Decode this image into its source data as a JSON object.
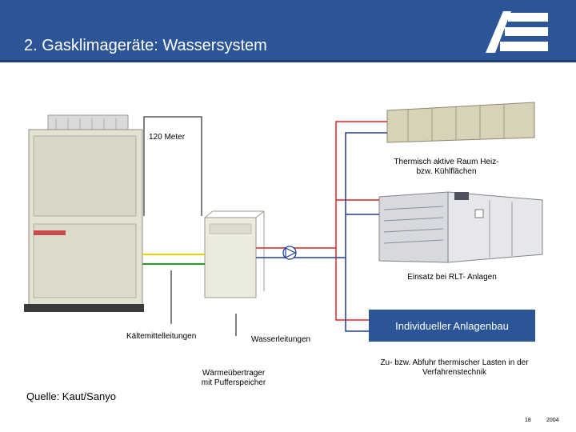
{
  "header": {
    "title": "2. Gasklimageräte: Wassersystem",
    "color": "#2b5597"
  },
  "diagram": {
    "distance_label": "120 Meter",
    "surfaces_label": "Thermisch aktive Raum Heiz-\nbzw. Kühlflächen",
    "rlt_label": "Einsatz bei RLT- Anlagen",
    "box_label": "Individueller Anlagenbau",
    "refrigerant_label": "Kältemittelleitungen",
    "water_label": "Wasserleitungen",
    "exchanger_label": "Wärmeübertrager\nmit Pufferspeicher",
    "process_label": "Zu- bzw. Abfuhr thermischer Lasten in der\nVerfahrenstechnik",
    "pipe_colors": {
      "supply": "#e02020",
      "return": "#1f3f9a",
      "refrigerant_1": "#e8d400",
      "refrigerant_2": "#21a121"
    }
  },
  "source": "Quelle: Kaut/Sanyo",
  "footer": {
    "page": "18",
    "year": "2004"
  }
}
